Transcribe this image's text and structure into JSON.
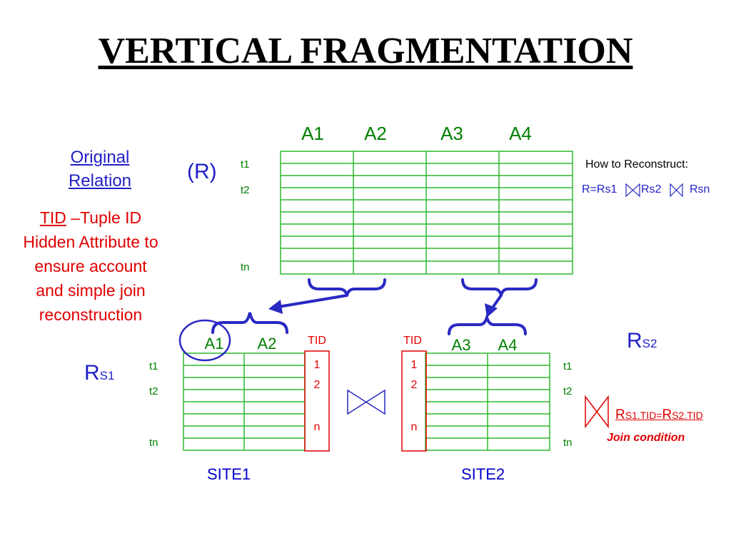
{
  "title": "VERTICAL FRAGMENTATION",
  "relation_r": {
    "label": "(R)",
    "attributes": [
      "A1",
      "A2",
      "A3",
      "A4"
    ],
    "row_labels": [
      "t1",
      "t2",
      "tn"
    ]
  },
  "original_relation": {
    "line1": "Original",
    "line2": "Relation"
  },
  "tid_note": {
    "tid": "TID",
    "line1_rest": " –Tuple ID",
    "line2": "Hidden Attribute to",
    "line3": "ensure account",
    "line4": "and simple join",
    "line5": "reconstruction"
  },
  "reconstruct": {
    "heading": "How to Reconstruct:",
    "formula_r": "R=Rs1",
    "formula_rs2": "Rs2",
    "formula_rsn": "Rsn"
  },
  "fragment_1": {
    "name_main": "R",
    "name_sub": "S1",
    "attributes": [
      "A1",
      "A2"
    ],
    "tid_header": "TID",
    "tid_values": [
      "1",
      "2",
      "n"
    ],
    "row_labels": [
      "t1",
      "t2",
      "tn"
    ],
    "site": "SITE1"
  },
  "fragment_2": {
    "name_main": "R",
    "name_sub": "S2",
    "attributes": [
      "A3",
      "A4"
    ],
    "tid_header": "TID",
    "tid_values": [
      "1",
      "2",
      "n"
    ],
    "row_labels": [
      "t1",
      "t2",
      "tn"
    ],
    "site": "SITE2"
  },
  "join_condition": {
    "r1": "R",
    "s1": "S1.TID=",
    "r2": "R",
    "s2": "S2.TID",
    "caption": "Join condition"
  },
  "colors": {
    "table_green": "#2eb82e",
    "label_green": "#008000",
    "arrow_blue": "#2929c4",
    "red": "#e00000"
  }
}
